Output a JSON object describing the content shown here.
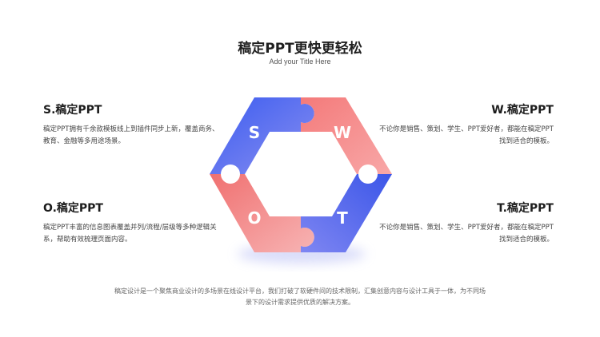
{
  "header": {
    "title": "稿定PPT更快更轻松",
    "subtitle": "Add your Title Here"
  },
  "blocks": {
    "s": {
      "heading": "S.稿定PPT",
      "text": "稿定PPT拥有千余款模板线上到插件同步上新，覆盖商务、教育、金融等多用途场景。"
    },
    "o": {
      "heading": "O.稿定PPT",
      "text": "稿定PPT丰富的信息图表覆盖并列/流程/层级等多种逻辑关系，帮助有效梳理页面内容。"
    },
    "w": {
      "heading": "W.稿定PPT",
      "text": "不论你是销售、策划、学生、PPT爱好者，都能在稿定PPT找到适合的模板。"
    },
    "t": {
      "heading": "T.稿定PPT",
      "text": "不论你是销售、策划、学生、PPT爱好者，都能在稿定PPT找到适合的模板。"
    }
  },
  "diagram": {
    "letters": {
      "s": "S",
      "w": "W",
      "o": "O",
      "t": "T"
    },
    "colors": {
      "blue": "#3b56e8",
      "red": "#f06e6e"
    }
  },
  "footer": {
    "text": "稿定设计是一个聚焦商业设计的多场景在线设计平台，我们打破了软硬件间的技术限制，汇集创意内容与设计工具于一体，为不同场景下的设计需求提供优质的解决方案。"
  }
}
